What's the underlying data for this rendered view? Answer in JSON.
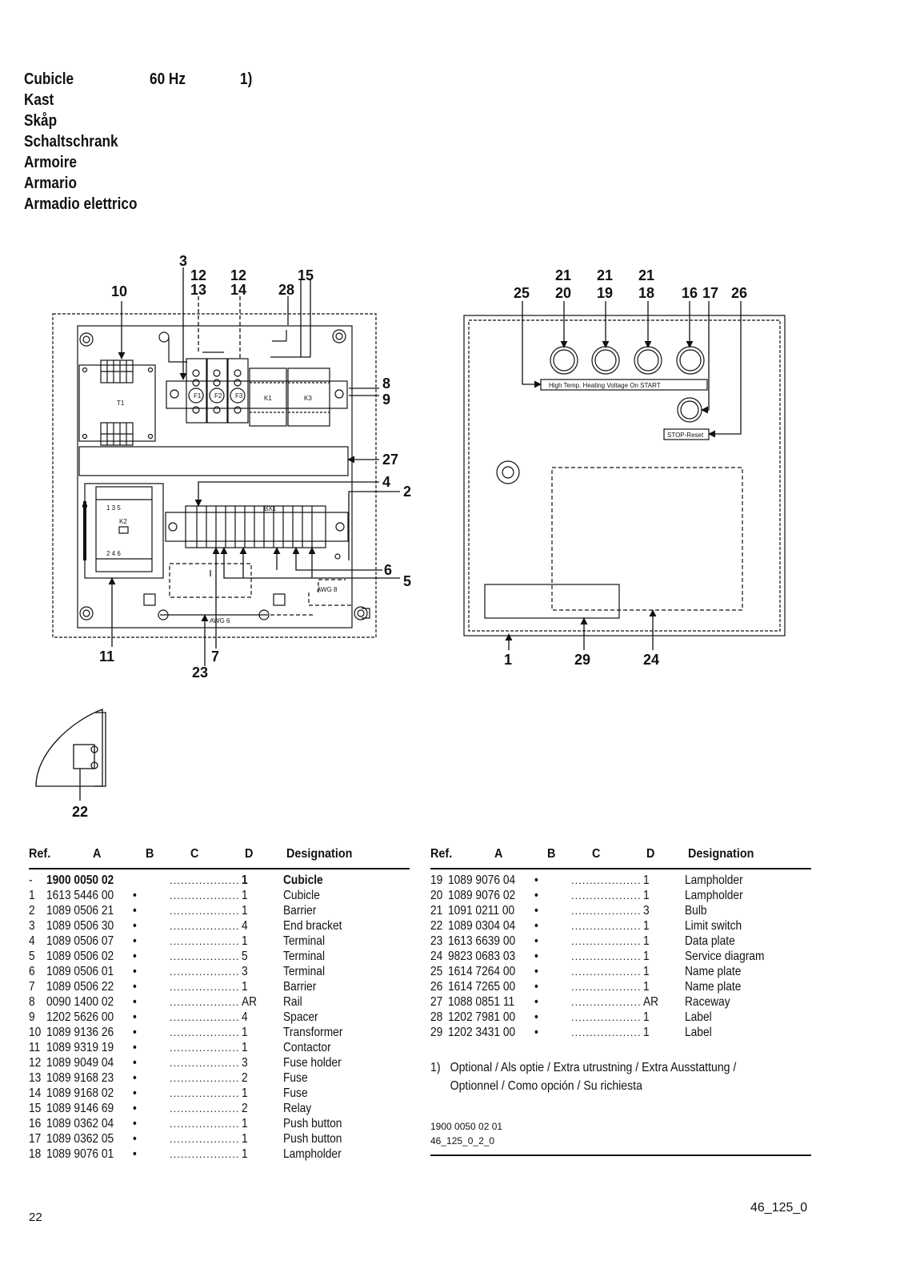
{
  "header": {
    "titles": [
      "Cubicle",
      "Kast",
      "Skåp",
      "Schaltschrank",
      "Armoire",
      "Armario",
      "Armadio elettrico"
    ],
    "frequency": "60 Hz",
    "note_ref": "1)"
  },
  "diagram_left": {
    "callouts": {
      "c3": "3",
      "c12a": "12",
      "c13": "13",
      "c12b": "12",
      "c14": "14",
      "c28": "28",
      "c15": "15",
      "c10": "10",
      "c8": "8",
      "c9": "9",
      "c27": "27",
      "c4": "4",
      "c2": "2",
      "c6": "6",
      "c5": "5",
      "c11": "11",
      "c7": "7",
      "c23": "23"
    },
    "component_labels": {
      "t1": "T1",
      "k1": "K1",
      "k3": "K3",
      "k2": "K2",
      "bx1": "BX1",
      "f1": "F1",
      "f2": "F2",
      "f3": "F3",
      "k2_top": "1 3 5",
      "k2_bottom": "2 4 6",
      "awg_a": "AWG 8",
      "awg_b": "AWG 6"
    }
  },
  "diagram_right": {
    "callouts": {
      "c21a": "21",
      "c21b": "21",
      "c21c": "21",
      "c25": "25",
      "c20": "20",
      "c19": "19",
      "c18": "18",
      "c16": "16",
      "c17": "17",
      "c26": "26",
      "c1": "1",
      "c29": "29",
      "c24": "24"
    },
    "panel_labels": {
      "lamps": "High Temp.  Heating  Voltage On   START",
      "stop": "STOP-Reset"
    }
  },
  "diagram_switch": {
    "callout": "22"
  },
  "table_headers": {
    "ref": "Ref.",
    "a": "A",
    "b": "B",
    "c": "C",
    "d": "D",
    "designation": "Designation"
  },
  "parts_left": [
    {
      "ref": "-",
      "a": "1900 0050 02",
      "b": "",
      "d": "1",
      "designation": "Cubicle",
      "bold": true
    },
    {
      "ref": "1",
      "a": "1613 5446 00",
      "b": "•",
      "d": "1",
      "designation": "Cubicle"
    },
    {
      "ref": "2",
      "a": "1089 0506 21",
      "b": "•",
      "d": "1",
      "designation": "Barrier"
    },
    {
      "ref": "3",
      "a": "1089 0506 30",
      "b": "•",
      "d": "4",
      "designation": "End bracket"
    },
    {
      "ref": "4",
      "a": "1089 0506 07",
      "b": "•",
      "d": "1",
      "designation": "Terminal"
    },
    {
      "ref": "5",
      "a": "1089 0506 02",
      "b": "•",
      "d": "5",
      "designation": "Terminal"
    },
    {
      "ref": "6",
      "a": "1089 0506 01",
      "b": "•",
      "d": "3",
      "designation": "Terminal"
    },
    {
      "ref": "7",
      "a": "1089 0506 22",
      "b": "•",
      "d": "1",
      "designation": "Barrier"
    },
    {
      "ref": "8",
      "a": "0090 1400 02",
      "b": "•",
      "d": "AR",
      "designation": "Rail"
    },
    {
      "ref": "9",
      "a": "1202 5626 00",
      "b": "•",
      "d": "4",
      "designation": "Spacer"
    },
    {
      "ref": "10",
      "a": "1089 9136 26",
      "b": "•",
      "d": "1",
      "designation": "Transformer"
    },
    {
      "ref": "11",
      "a": "1089 9319 19",
      "b": "•",
      "d": "1",
      "designation": "Contactor"
    },
    {
      "ref": "12",
      "a": "1089 9049 04",
      "b": "•",
      "d": "3",
      "designation": "Fuse holder"
    },
    {
      "ref": "13",
      "a": "1089 9168 23",
      "b": "•",
      "d": "2",
      "designation": "Fuse"
    },
    {
      "ref": "14",
      "a": "1089 9168 02",
      "b": "•",
      "d": "1",
      "designation": "Fuse"
    },
    {
      "ref": "15",
      "a": "1089 9146 69",
      "b": "•",
      "d": "2",
      "designation": "Relay"
    },
    {
      "ref": "16",
      "a": "1089 0362 04",
      "b": "•",
      "d": "1",
      "designation": "Push button"
    },
    {
      "ref": "17",
      "a": "1089 0362 05",
      "b": "•",
      "d": "1",
      "designation": "Push button"
    },
    {
      "ref": "18",
      "a": "1089 9076 01",
      "b": "•",
      "d": "1",
      "designation": "Lampholder"
    }
  ],
  "parts_right": [
    {
      "ref": "19",
      "a": "1089 9076 04",
      "b": "•",
      "d": "1",
      "designation": "Lampholder"
    },
    {
      "ref": "20",
      "a": "1089 9076 02",
      "b": "•",
      "d": "1",
      "designation": "Lampholder"
    },
    {
      "ref": "21",
      "a": "1091 0211 00",
      "b": "•",
      "d": "3",
      "designation": "Bulb"
    },
    {
      "ref": "22",
      "a": "1089 0304 04",
      "b": "•",
      "d": "1",
      "designation": "Limit switch"
    },
    {
      "ref": "23",
      "a": "1613 6639 00",
      "b": "•",
      "d": "1",
      "designation": "Data plate"
    },
    {
      "ref": "24",
      "a": "9823 0683 03",
      "b": "•",
      "d": "1",
      "designation": "Service diagram"
    },
    {
      "ref": "25",
      "a": "1614 7264 00",
      "b": "•",
      "d": "1",
      "designation": "Name plate"
    },
    {
      "ref": "26",
      "a": "1614 7265 00",
      "b": "•",
      "d": "1",
      "designation": "Name plate"
    },
    {
      "ref": "27",
      "a": "1088 0851 11",
      "b": "•",
      "d": "AR",
      "designation": "Raceway"
    },
    {
      "ref": "28",
      "a": "1202 7981 00",
      "b": "•",
      "d": "1",
      "designation": "Label"
    },
    {
      "ref": "29",
      "a": "1202 3431 00",
      "b": "•",
      "d": "1",
      "designation": "Label"
    }
  ],
  "footnote": {
    "marker": "1)",
    "line1": "Optional / Als optie / Extra utrustning / Extra Ausstattung /",
    "line2": "Optionnel / Como opción / Su richiesta"
  },
  "codes": {
    "code1": "1900 0050 02 01",
    "code2": "46_125_0_2_0"
  },
  "footer": {
    "page_number": "22",
    "doc_code": "46_125_0"
  }
}
